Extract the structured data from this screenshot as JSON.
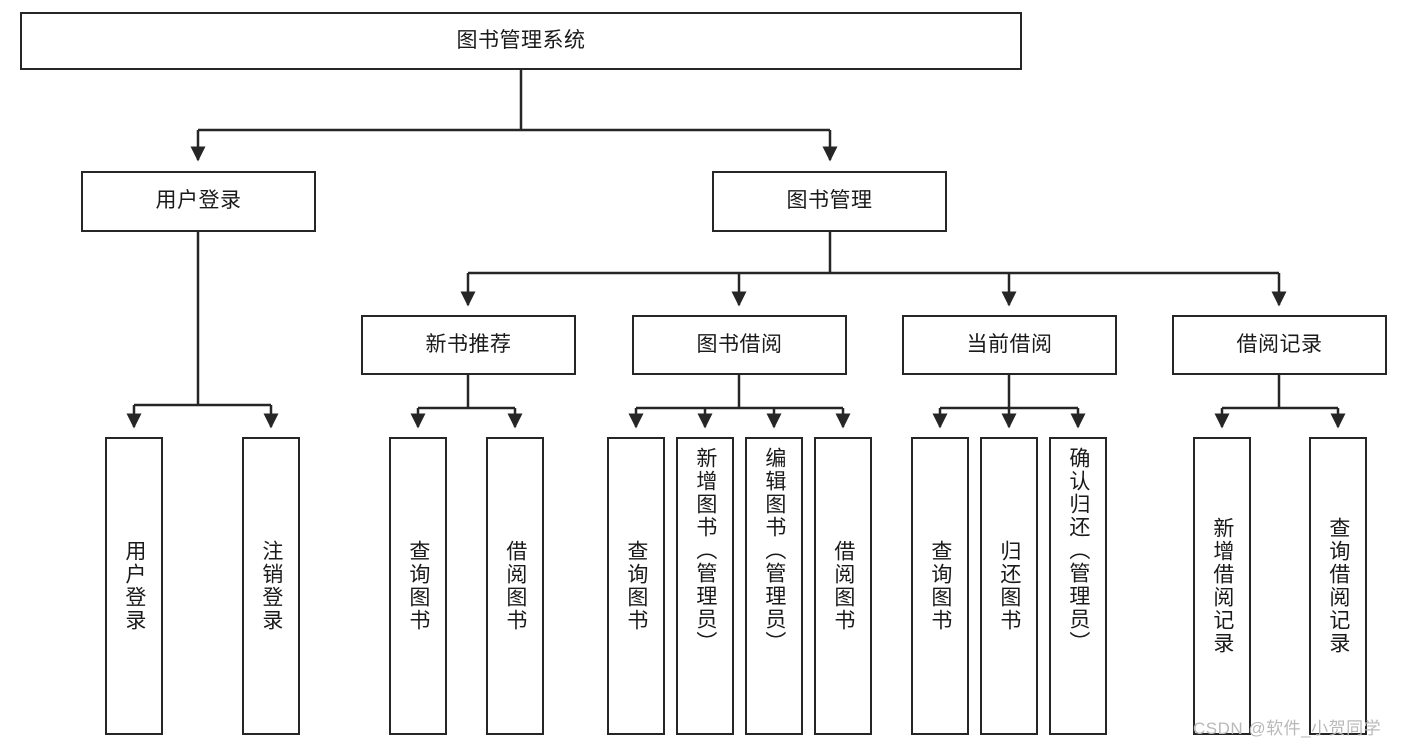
{
  "diagram": {
    "title": "图书管理系统",
    "type": "tree-hierarchy-chart",
    "root": {
      "id": "root",
      "label": "图书管理系统"
    },
    "level2": [
      {
        "id": "user-login",
        "label": "用户登录"
      },
      {
        "id": "book-manage",
        "label": "图书管理"
      }
    ],
    "level3": [
      {
        "id": "new-book-rec",
        "label": "新书推荐"
      },
      {
        "id": "book-borrow",
        "label": "图书借阅"
      },
      {
        "id": "current-borrow",
        "label": "当前借阅"
      },
      {
        "id": "borrow-record",
        "label": "借阅记录"
      }
    ],
    "leaves": {
      "user_login": [
        {
          "id": "leaf-user-login",
          "label": "用户登录"
        },
        {
          "id": "leaf-logout-login",
          "label": "注销登录"
        }
      ],
      "new_book_rec": [
        {
          "id": "leaf-query-book-1",
          "label": "查询图书"
        },
        {
          "id": "leaf-borrow-book-1",
          "label": "借阅图书"
        }
      ],
      "book_borrow": [
        {
          "id": "leaf-query-book-2",
          "label": "查询图书"
        },
        {
          "id": "leaf-add-book",
          "label": "新增图书（管理员）"
        },
        {
          "id": "leaf-edit-book",
          "label": "编辑图书（管理员）"
        },
        {
          "id": "leaf-borrow-book-2",
          "label": "借阅图书"
        }
      ],
      "current_borrow": [
        {
          "id": "leaf-query-book-3",
          "label": "查询图书"
        },
        {
          "id": "leaf-return-book",
          "label": "归还图书"
        },
        {
          "id": "leaf-confirm-return",
          "label": "确认归还（管理员）"
        }
      ],
      "borrow_record": [
        {
          "id": "leaf-add-record",
          "label": "新增借阅记录"
        },
        {
          "id": "leaf-query-record",
          "label": "查询借阅记录"
        }
      ]
    }
  },
  "watermark": {
    "text": "CSDN @软件_小贺同学"
  },
  "colors": {
    "stroke": "#262626",
    "box_fill": "#ffffff",
    "text": "#1a1a1a",
    "watermark": "#b9b9b9",
    "background": "#ffffff"
  }
}
